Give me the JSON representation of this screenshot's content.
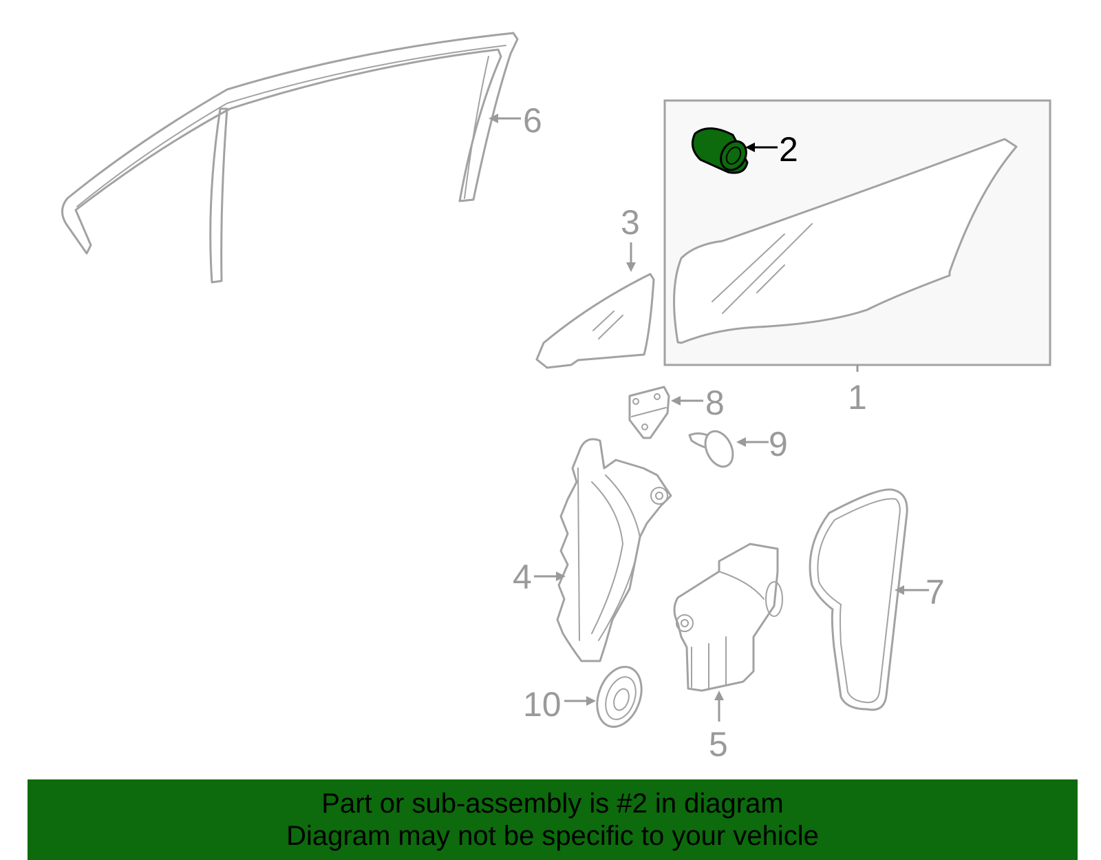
{
  "highlight_color": "#0d6a0d",
  "callouts": {
    "c1": "1",
    "c2": "2",
    "c3": "3",
    "c4": "4",
    "c5": "5",
    "c6": "6",
    "c7": "7",
    "c8": "8",
    "c9": "9",
    "c10": "10"
  },
  "highlighted_part": "2",
  "footer": {
    "line1": "Part or sub-assembly is #2 in diagram",
    "line2": "Diagram may not be specific to your vehicle"
  }
}
